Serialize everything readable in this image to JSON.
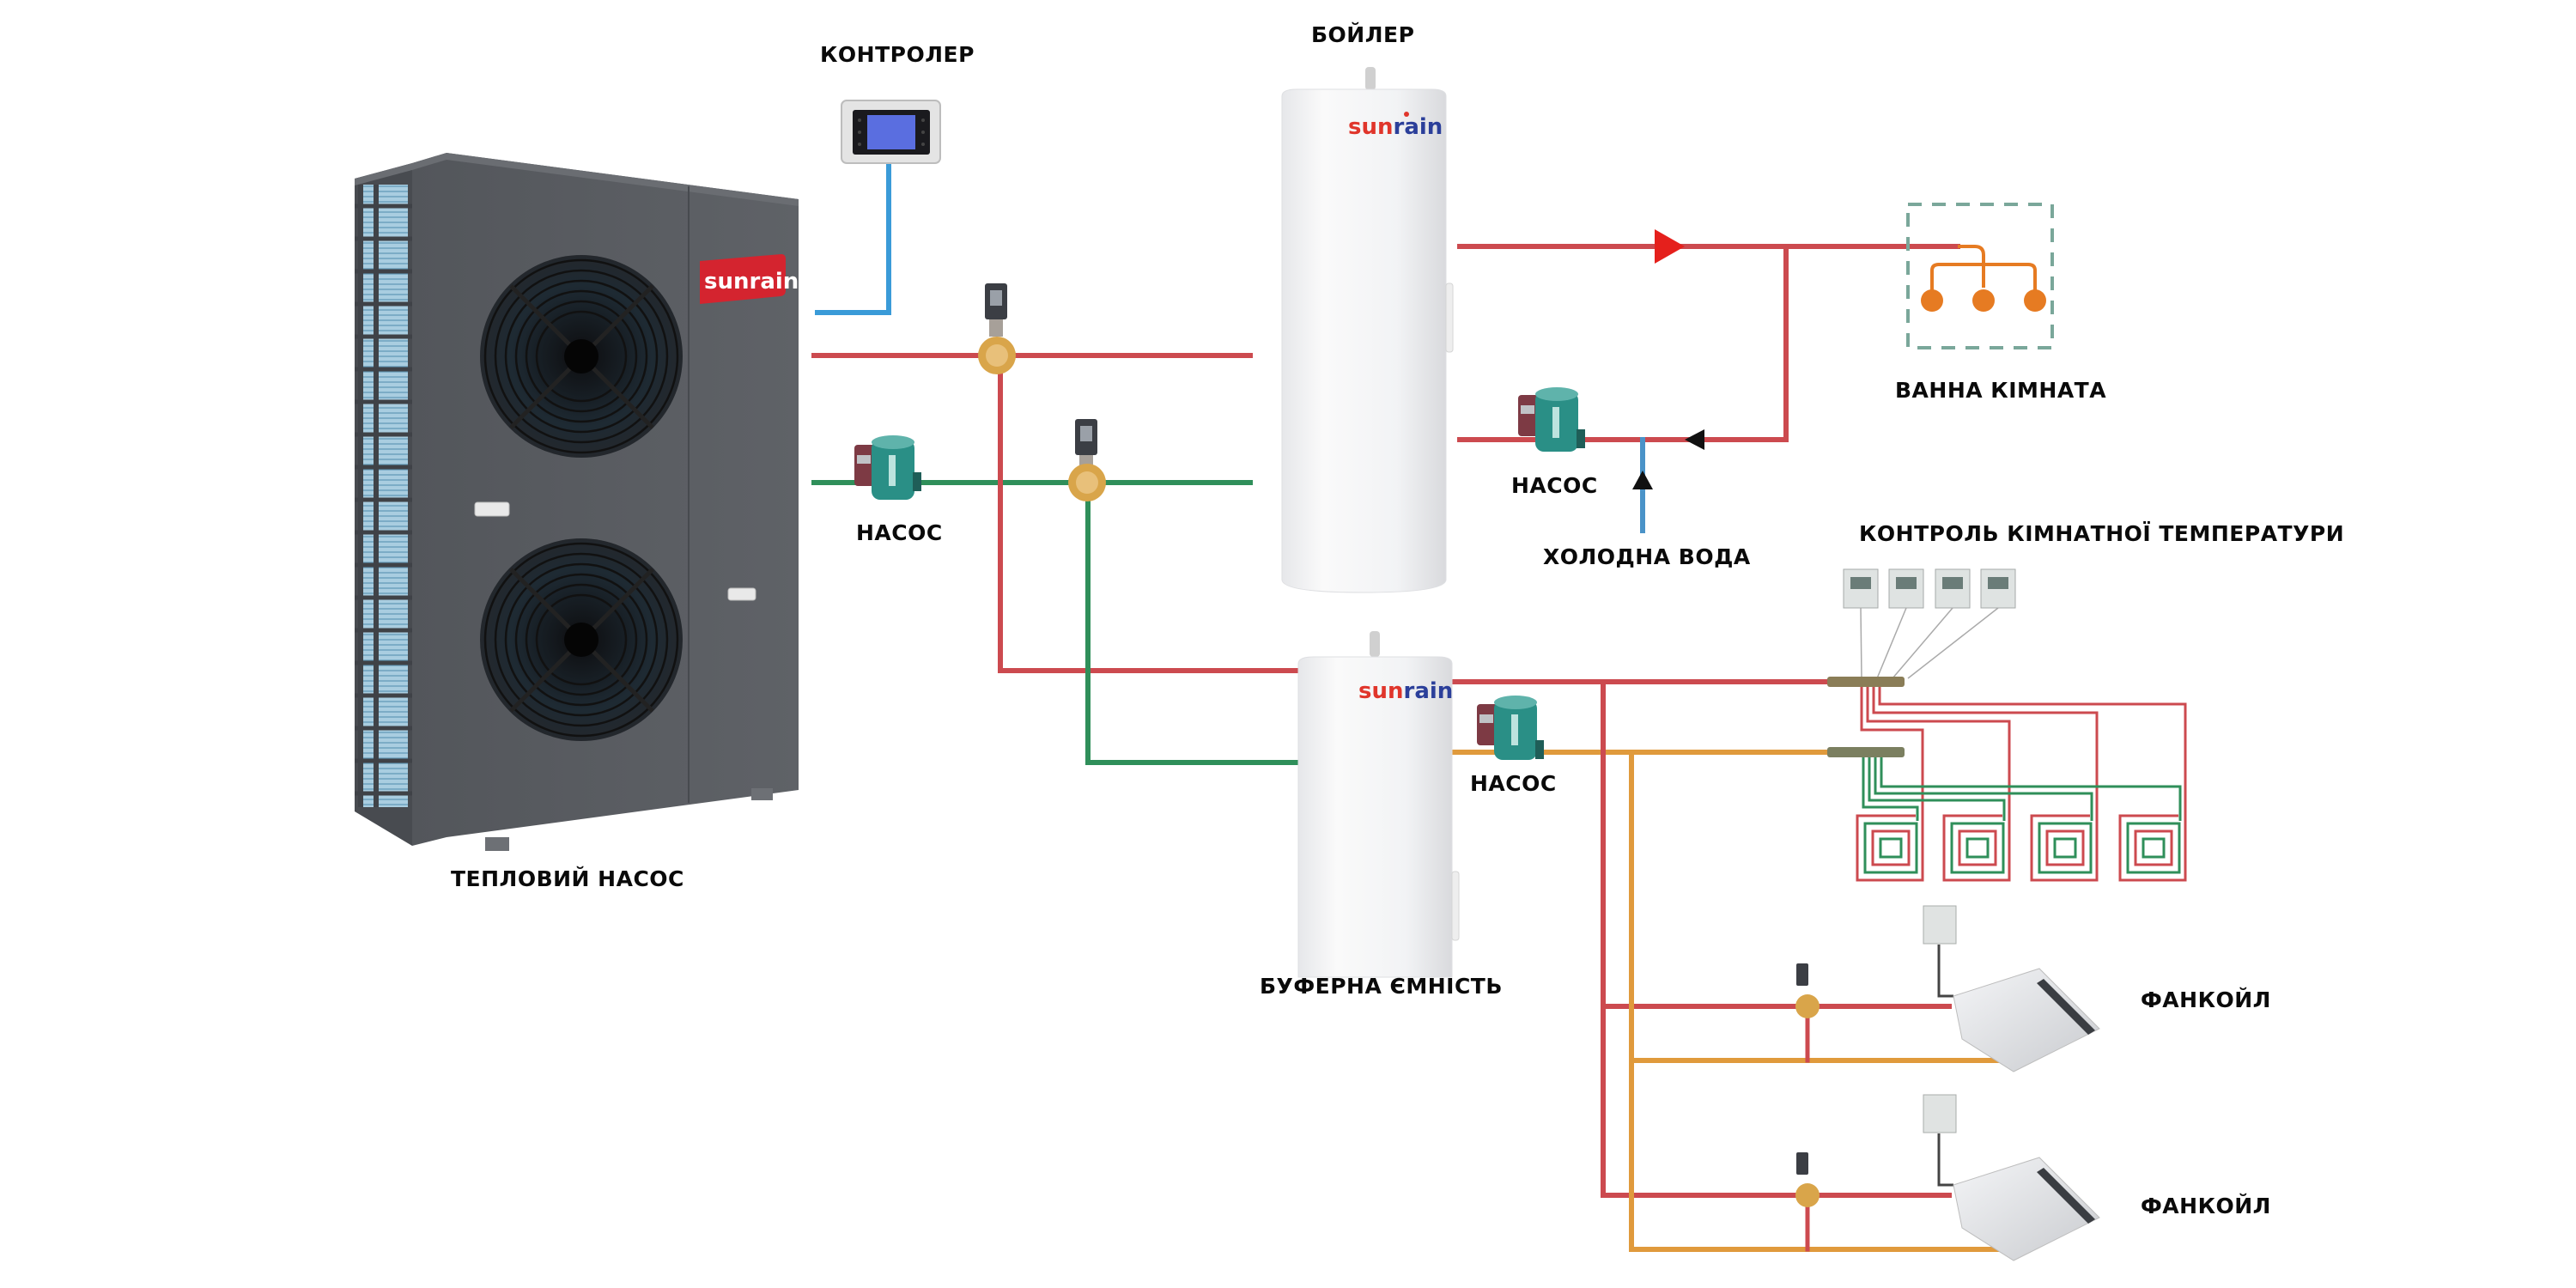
{
  "diagram_title": "",
  "labels": {
    "heat_pump": "ТЕПЛОВИЙ НАСОС",
    "controller": "КОНТРОЛЕР",
    "boiler": "БОЙЛЕР",
    "pump_main": "НАСОС",
    "pump_boiler": "НАСОС",
    "pump_buffer": "НАСОС",
    "cold_water": "ХОЛОДНА ВОДА",
    "bathroom": "ВАННА КІМНАТА",
    "room_temp_control": "КОНТРОЛЬ КІМНАТНОЇ ТЕМПЕРАТУРИ",
    "buffer_tank": "БУФЕРНА ЄМНІСТЬ",
    "fancoil_1": "ФАНКОЙЛ",
    "fancoil_2": "ФАНКОЙЛ"
  },
  "brand": {
    "name_part1": "sun",
    "name_part2": "rain",
    "heat_pump_badge": "sunrain"
  },
  "components": [
    {
      "id": "heat_pump",
      "type": "heat-pump",
      "fans": 2
    },
    {
      "id": "controller",
      "type": "controller"
    },
    {
      "id": "valve_1",
      "type": "three-way-valve"
    },
    {
      "id": "valve_2",
      "type": "three-way-valve"
    },
    {
      "id": "pump_main",
      "type": "circulation-pump"
    },
    {
      "id": "boiler",
      "type": "hot-water-tank"
    },
    {
      "id": "pump_boiler",
      "type": "circulation-pump"
    },
    {
      "id": "bathroom",
      "type": "shower-outlets",
      "outlets": 3
    },
    {
      "id": "buffer_tank",
      "type": "buffer-tank"
    },
    {
      "id": "pump_buffer",
      "type": "circulation-pump"
    },
    {
      "id": "floor_heating",
      "type": "underfloor-loops",
      "loops": 4,
      "thermostats": 4
    },
    {
      "id": "fancoil_1",
      "type": "fan-coil"
    },
    {
      "id": "fancoil_2",
      "type": "fan-coil"
    }
  ],
  "colors": {
    "supply_pipe": "#cc4a4f",
    "return_pipe": "#2f8f5a",
    "heating_return": "#e09a3c",
    "control_wire": "#3a9bd8",
    "cold_water": "#4a93c8",
    "heat_pump_body": "#5b5e63",
    "tank_body": "#f2f3f5",
    "pump_body": "#2a8f86",
    "valve_body": "#d9a54a",
    "arrow_hot": "#e5201c",
    "arrow_dark": "#111111",
    "bath_dashed": "#7aa79a",
    "shower_head": "#e67b22"
  }
}
